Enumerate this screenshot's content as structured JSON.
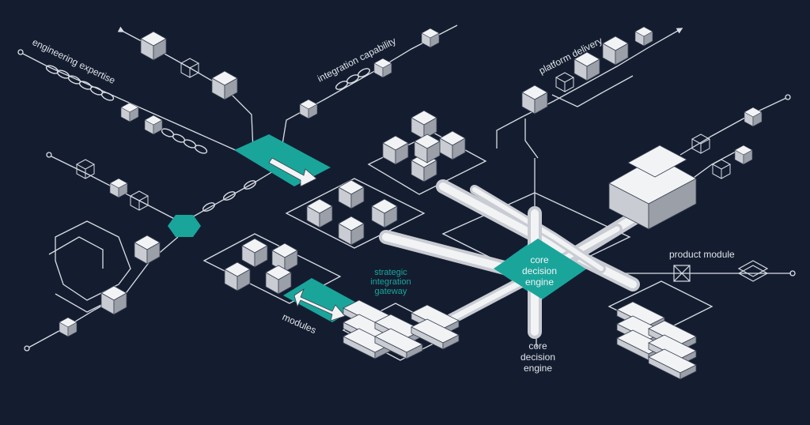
{
  "colors": {
    "background": "#141d30",
    "accent": "#1aa59b",
    "line": "#d9dde3",
    "cube_top": "#f2f3f5",
    "cube_left": "#c9ccd2",
    "cube_right": "#9a9fa8",
    "label": "#dfe3e8"
  },
  "labels": {
    "engineering_expertise": "engineering expertise",
    "integration_capability": "integration capability",
    "platform_delivery": "platform delivery",
    "strategic_gateway": [
      "strategic",
      "integration",
      "gateway"
    ],
    "core_engine_center": [
      "core",
      "decision",
      "engine"
    ],
    "core_engine_below": [
      "core",
      "decision",
      "engine"
    ],
    "modules": "modules",
    "product_module": "product module"
  }
}
